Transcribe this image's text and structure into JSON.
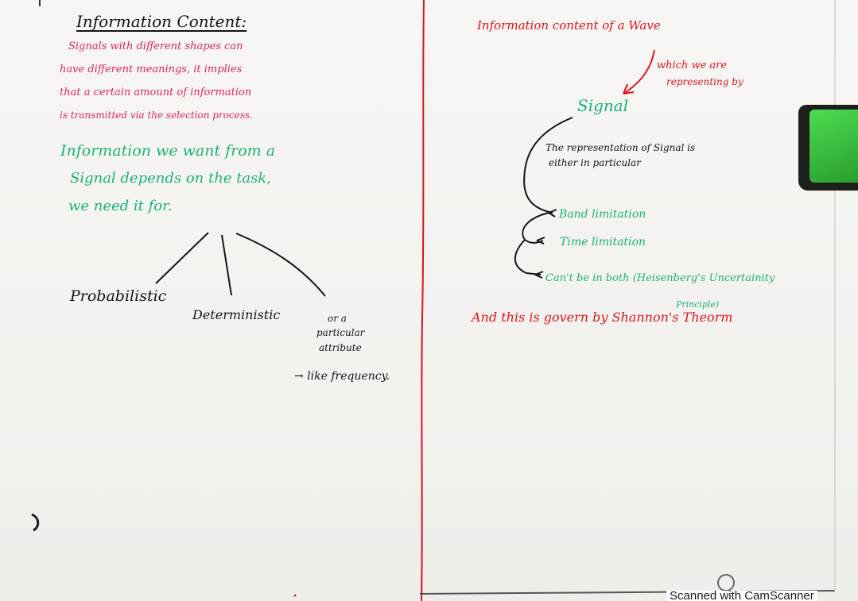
{
  "left_page": {
    "title": "Information Content:",
    "red_paragraph": [
      "Signals with different shapes can",
      "have different meanings, it implies",
      "that a certain amount of information",
      "is transmitted via the selection process."
    ],
    "green_paragraph": [
      "Information we want from a",
      "Signal depends on the task,",
      "we need it for."
    ],
    "branches": {
      "probabilistic": "Probabilistic",
      "deterministic": "Deterministic",
      "attribute_lines": [
        "or a",
        "particular",
        "attribute"
      ],
      "frequency_note": "→ like frequency."
    }
  },
  "right_page": {
    "title": "Information content of a Wave",
    "note_lines": [
      "which we are",
      "representing by"
    ],
    "signal_label": "Signal",
    "representation_lines": [
      "The representation of Signal is",
      "either in particular"
    ],
    "items": [
      "Band limitation",
      "Time limitation"
    ],
    "both_line1": "Can't be in both (Heisenberg's Uncertainity",
    "both_line2": "Principle)",
    "conclusion": "And this is govern by Shannon's Theorm"
  },
  "footer_text": "Scanned with CamScanner",
  "colors": {
    "ink_black": "#141414",
    "ink_red": "#e0245e",
    "ink_green": "#19b372",
    "ink_bright_red": "#e0141c",
    "margin_line": "#d8141c"
  }
}
